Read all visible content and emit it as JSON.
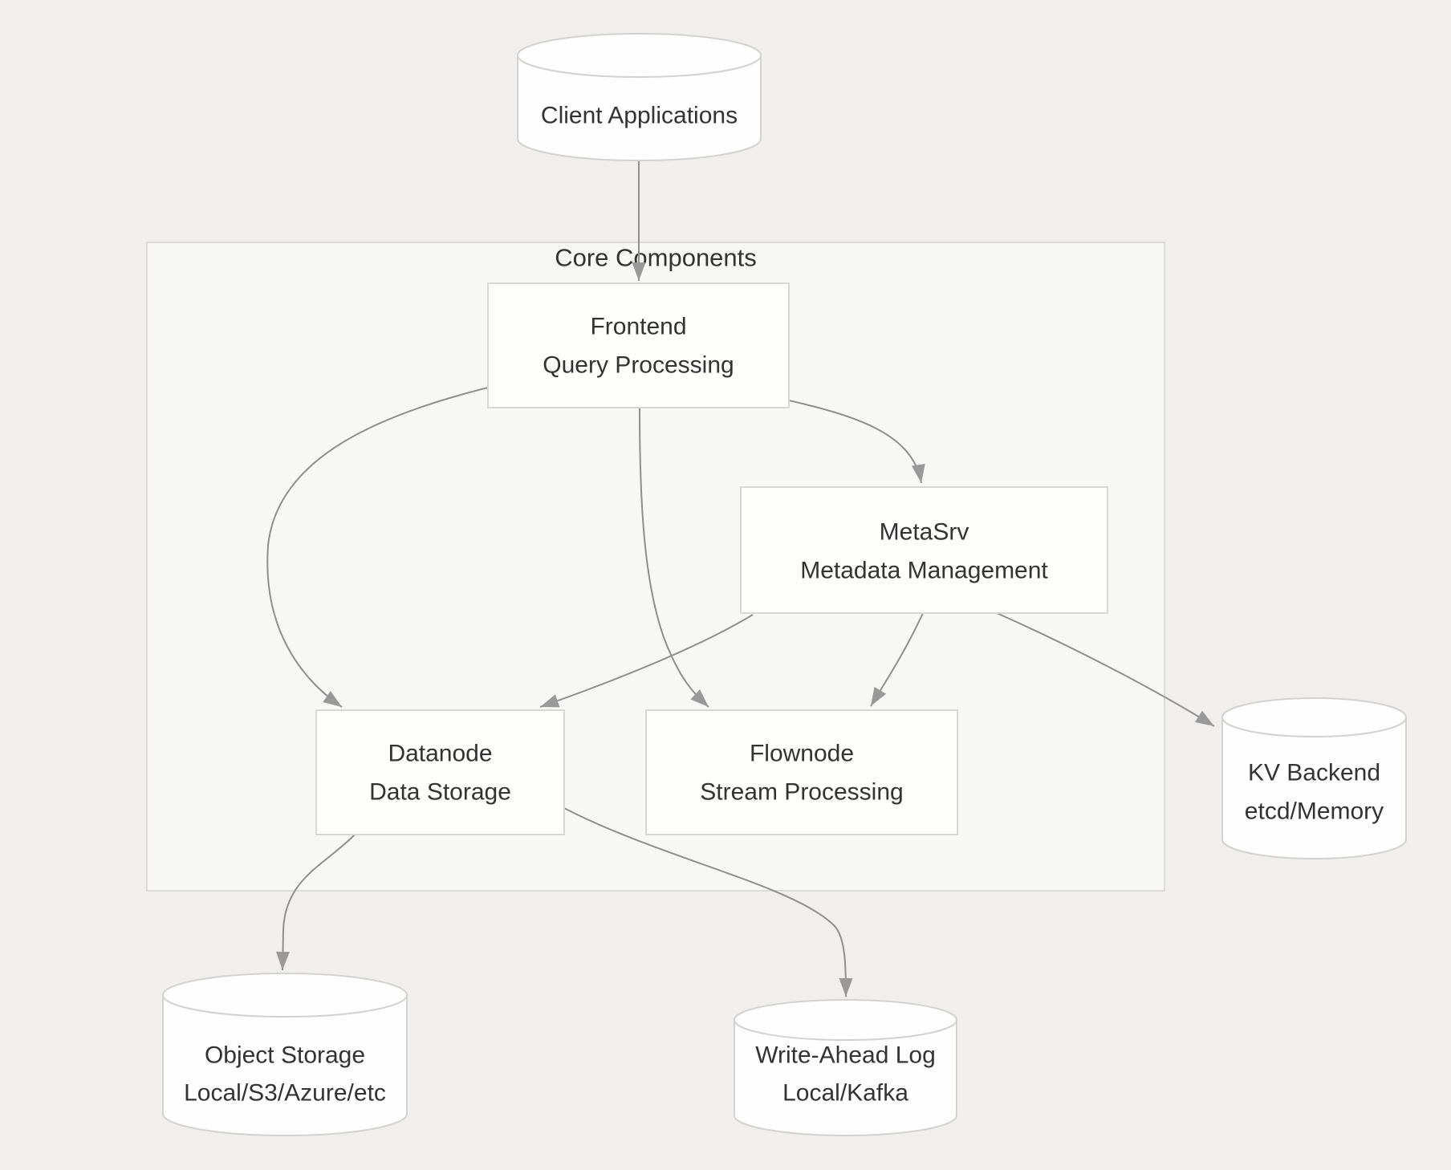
{
  "diagram_type": "architecture-flowchart",
  "container": {
    "title": "Core Components"
  },
  "nodes": {
    "client": {
      "label": "Client Applications",
      "shape": "cylinder"
    },
    "frontend": {
      "label": "Frontend",
      "sublabel": "Query Processing",
      "shape": "rect"
    },
    "metasrv": {
      "label": "MetaSrv",
      "sublabel": "Metadata Management",
      "shape": "rect"
    },
    "datanode": {
      "label": "Datanode",
      "sublabel": "Data Storage",
      "shape": "rect"
    },
    "flownode": {
      "label": "Flownode",
      "sublabel": "Stream Processing",
      "shape": "rect"
    },
    "kv_backend": {
      "label": "KV Backend",
      "sublabel": "etcd/Memory",
      "shape": "cylinder"
    },
    "object_storage": {
      "label": "Object Storage",
      "sublabel": "Local/S3/Azure/etc",
      "shape": "cylinder"
    },
    "wal": {
      "label": "Write-Ahead Log",
      "sublabel": "Local/Kafka",
      "shape": "cylinder"
    }
  },
  "edges": [
    {
      "from": "client",
      "to": "frontend"
    },
    {
      "from": "frontend",
      "to": "datanode"
    },
    {
      "from": "frontend",
      "to": "flownode"
    },
    {
      "from": "frontend",
      "to": "metasrv"
    },
    {
      "from": "metasrv",
      "to": "datanode"
    },
    {
      "from": "metasrv",
      "to": "flownode"
    },
    {
      "from": "metasrv",
      "to": "kv_backend"
    },
    {
      "from": "datanode",
      "to": "object_storage"
    },
    {
      "from": "datanode",
      "to": "wal"
    }
  ],
  "colors": {
    "page_background": "#f0efed",
    "container_fill": "#f7f7f5",
    "container_border": "#dcdbd9",
    "node_fill": "#fdfdfc",
    "node_border": "#d8d7d5",
    "edge": "#8f8f8f",
    "arrowhead": "#999999",
    "text": "#333333"
  }
}
